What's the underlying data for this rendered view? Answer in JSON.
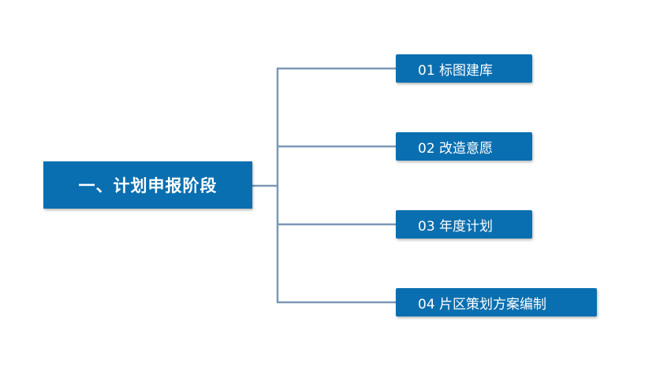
{
  "diagram": {
    "root": {
      "label": "一、计划申报阶段"
    },
    "children": [
      {
        "label": "01 标图建库"
      },
      {
        "label": "02 改造意愿"
      },
      {
        "label": "03 年度计划"
      },
      {
        "label": "04 片区策划方案编制"
      }
    ],
    "colors": {
      "node_fill": "#0a6fb0",
      "node_text": "#ffffff",
      "connector": "#7d97b6",
      "background": "#ffffff"
    }
  }
}
